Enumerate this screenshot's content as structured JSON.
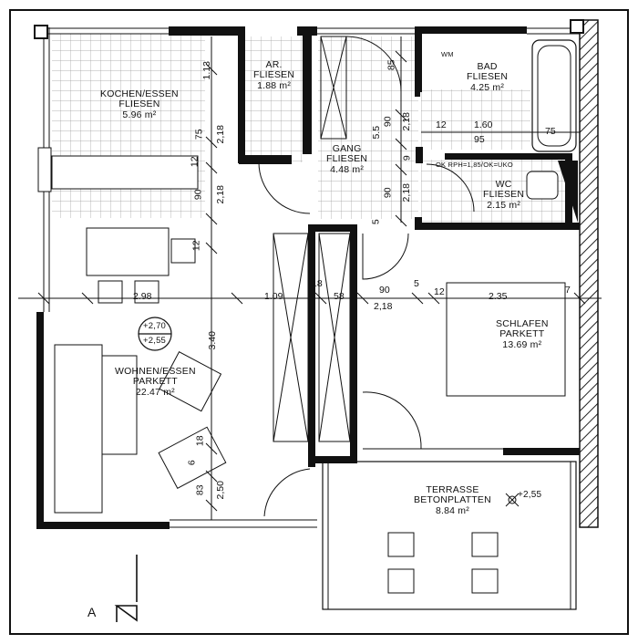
{
  "rooms": {
    "kochen_essen": {
      "name": "KOCHEN/ESSEN",
      "floor": "FLIESEN",
      "area": "5.96 m²"
    },
    "abstellraum": {
      "name": "AR.",
      "floor": "FLIESEN",
      "area": "1.88 m²"
    },
    "bad": {
      "name": "BAD",
      "floor": "FLIESEN",
      "area": "4.25 m²"
    },
    "gang": {
      "name": "GANG",
      "floor": "FLIESEN",
      "area": "4.48 m²"
    },
    "wc": {
      "name": "WC",
      "floor": "FLIESEN",
      "area": "2.15 m²"
    },
    "wohnen_essen": {
      "name": "WOHNEN/ESSEN",
      "floor": "PARKETT",
      "area": "22.47 m²"
    },
    "schlafen": {
      "name": "SCHLAFEN",
      "floor": "PARKETT",
      "area": "13.69 m²"
    },
    "terrasse": {
      "name": "TERRASSE",
      "floor": "BETONPLATTEN",
      "area": "8.84 m²"
    }
  },
  "levels": {
    "upper": "+2,70",
    "lower": "+2,55",
    "terrace": "+2,55"
  },
  "annotations": {
    "wm": "WM",
    "wc_note": "OK RPH=1,85/OK=UKO",
    "section_mark": "A"
  },
  "dimensions": {
    "h_2_98": "2.98",
    "h_1_09": "1.09",
    "h_18a": "18",
    "h_58": "58",
    "h_90a": "90",
    "h_2_18a": "2,18",
    "h_5a": "5",
    "h_12a": "12",
    "h_2_35": "2.35",
    "h_7": "7",
    "v_1_13": "1.13",
    "v_75a": "75",
    "v_2_18a": "2,18",
    "v_12a": "12",
    "v_90a": "90",
    "v_2_18b": "2,18",
    "v_12b": "12",
    "v_3_40": "3.40",
    "v_18b": "18",
    "v_6": "6",
    "v_83": "83",
    "v_2_50": "2,50",
    "v_85": "85",
    "v_90b": "90",
    "v_2_18c": "2,18",
    "v_5_5": "5.5",
    "v_9": "9",
    "v_90c": "90",
    "v_2_18d": "2,18",
    "v_5b": "5",
    "b_12": "12",
    "b_1_60": "1.60",
    "b_95": "95",
    "b_75": "75"
  }
}
